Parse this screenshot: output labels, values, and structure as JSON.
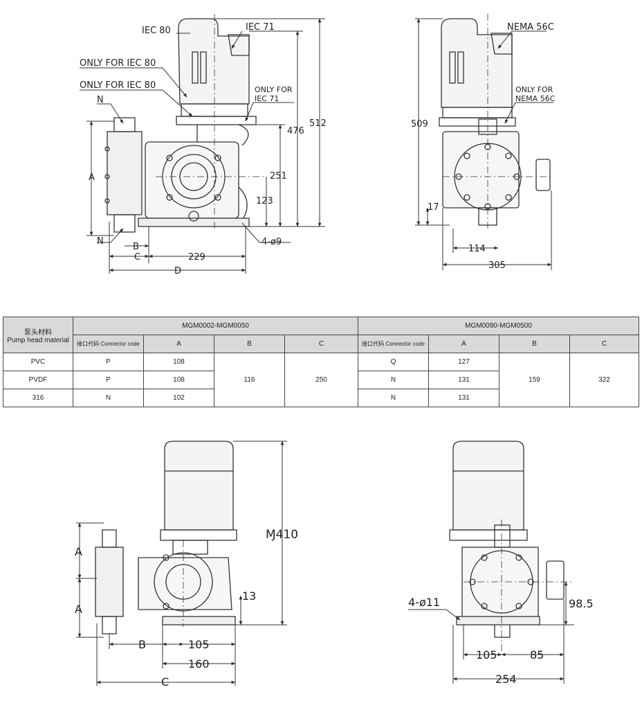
{
  "drawing_top_front": {
    "labels": {
      "iec80": "IEC 80",
      "iec71": "IEC 71",
      "only_iec80_a": "ONLY FOR IEC 80",
      "only_iec80_b": "ONLY FOR IEC 80",
      "only_iec71_line1": "ONLY FOR",
      "only_iec71_line2": "IEC 71",
      "n_top": "N",
      "n_bottom": "N",
      "a": "A",
      "b": "B",
      "c": "C",
      "d": "D",
      "d229": "229",
      "d251": "251",
      "d123": "123",
      "d476": "476",
      "d512": "512",
      "holes": "4-ø9"
    }
  },
  "drawing_top_side": {
    "labels": {
      "nema": "NEMA 56C",
      "only_nema_line1": "ONLY FOR",
      "only_nema_line2": "NEMA 56C",
      "d509": "509",
      "d17": "17",
      "d114": "114",
      "d305": "305"
    }
  },
  "table": {
    "pump_head_cn": "泵头材料",
    "pump_head_en": "Pump head material",
    "group1": "MGM0002-MGM0050",
    "group2": "MGM0090-MGM0500",
    "connector_code": "接口代码 Connector code",
    "col_a": "A",
    "col_b": "B",
    "col_c": "C",
    "rows": [
      {
        "material": "PVC",
        "g1_code": "P",
        "g1_a": "108",
        "g2_code": "Q",
        "g2_a": "127"
      },
      {
        "material": "PVDF",
        "g1_code": "P",
        "g1_a": "108",
        "g2_code": "N",
        "g2_a": "131"
      },
      {
        "material": "316",
        "g1_code": "N",
        "g1_a": "102",
        "g2_code": "N",
        "g2_a": "131"
      }
    ],
    "g1_b": "116",
    "g1_c": "250",
    "g2_b": "159",
    "g2_c": "322"
  },
  "drawing_bottom_front": {
    "labels": {
      "a_top": "A",
      "a_bottom": "A",
      "b": "B",
      "c": "C",
      "d105": "105",
      "d160": "160",
      "d13": "13",
      "d410": "Ɱ410"
    }
  },
  "drawing_bottom_side": {
    "labels": {
      "holes": "4-ø11",
      "d98_5": "98.5",
      "d105": "105",
      "d85": "85",
      "d254": "254"
    }
  }
}
